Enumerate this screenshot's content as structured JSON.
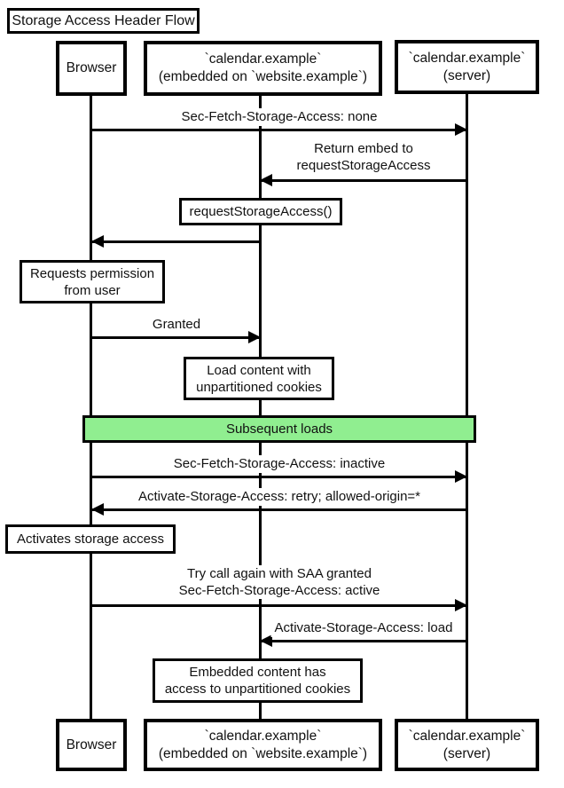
{
  "title": "Storage Access Header Flow",
  "participants": [
    {
      "name": "Browser"
    },
    {
      "name": "`calendar.example`",
      "sub": "(embedded on `website.example`)"
    },
    {
      "name": "`calendar.example`",
      "sub": "(server)"
    }
  ],
  "messages": {
    "sec_fetch_none": "Sec-Fetch-Storage-Access: none",
    "return_embed_l1": "Return embed to",
    "return_embed_l2": "requestStorageAccess",
    "granted": "Granted",
    "sec_fetch_inactive": "Sec-Fetch-Storage-Access: inactive",
    "activate_retry": "Activate-Storage-Access: retry; allowed-origin=*",
    "try_again_l1": "Try call again with SAA granted",
    "try_again_l2": "Sec-Fetch-Storage-Access: active",
    "activate_load": "Activate-Storage-Access: load"
  },
  "notes": {
    "request_storage_access": "requestStorageAccess()",
    "requests_permission": "Requests permission\nfrom user",
    "load_content": "Load content with\nunpartitioned cookies",
    "activates_storage_access": "Activates storage access",
    "embedded_access": "Embedded content has\naccess to unpartitioned cookies"
  },
  "divider": {
    "label": "Subsequent loads",
    "color": "#90ee90"
  },
  "colors": {
    "line": "#000000",
    "background": "#ffffff",
    "box_fill": "#ffffff"
  }
}
